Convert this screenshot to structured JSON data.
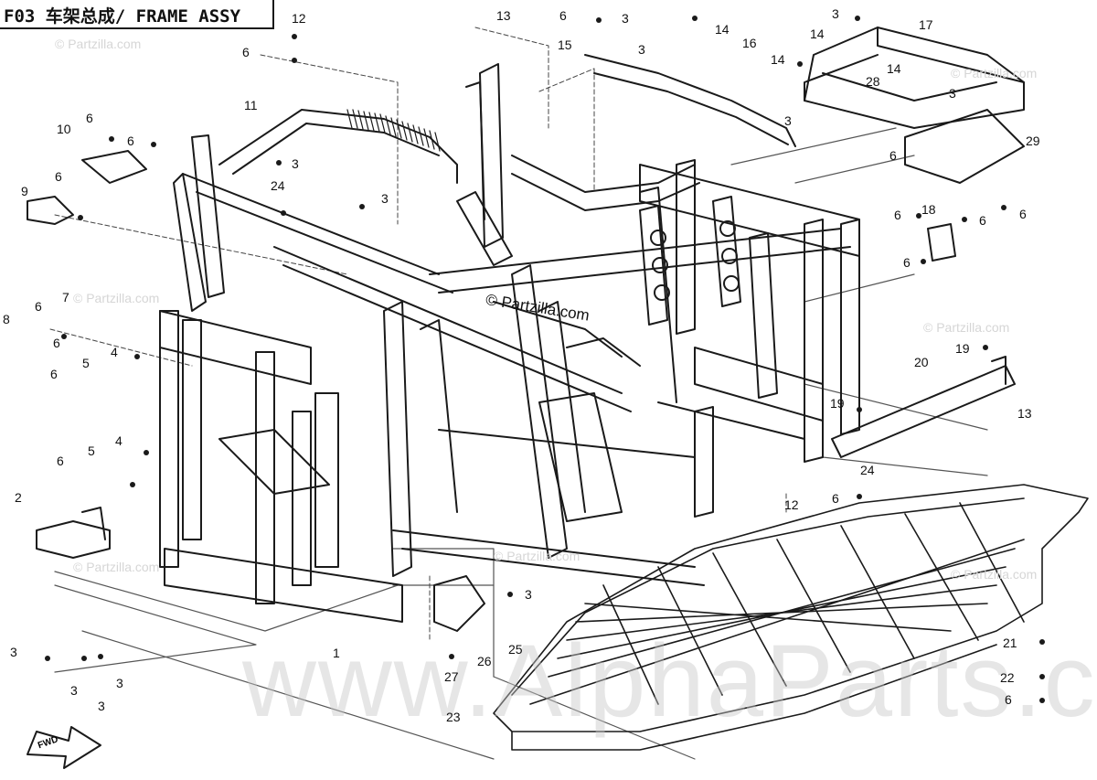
{
  "title": "F03 车架总成/ FRAME ASSY",
  "watermarks": {
    "center": "© Partzilla.com",
    "corner": "© Partzilla.com",
    "bottom": "www.AlphaParts.com"
  },
  "fwd_label": "FWD",
  "callouts": [
    {
      "id": "c1",
      "label": "12"
    },
    {
      "id": "c2",
      "label": "6"
    },
    {
      "id": "c3",
      "label": "13"
    },
    {
      "id": "c4",
      "label": "6"
    },
    {
      "id": "c5",
      "label": "3"
    },
    {
      "id": "c6",
      "label": "15"
    },
    {
      "id": "c7",
      "label": "3"
    },
    {
      "id": "c8",
      "label": "14"
    },
    {
      "id": "c9",
      "label": "16"
    },
    {
      "id": "c10",
      "label": "3"
    },
    {
      "id": "c11",
      "label": "14"
    },
    {
      "id": "c12",
      "label": "17"
    },
    {
      "id": "c13",
      "label": "14"
    },
    {
      "id": "c14",
      "label": "14"
    },
    {
      "id": "c15",
      "label": "28"
    },
    {
      "id": "c16",
      "label": "3"
    },
    {
      "id": "c17",
      "label": "11"
    },
    {
      "id": "c18",
      "label": "10"
    },
    {
      "id": "c19",
      "label": "6"
    },
    {
      "id": "c20",
      "label": "6"
    },
    {
      "id": "c21",
      "label": "3"
    },
    {
      "id": "c22",
      "label": "6"
    },
    {
      "id": "c23",
      "label": "9"
    },
    {
      "id": "c24",
      "label": "24"
    },
    {
      "id": "c25",
      "label": "3"
    },
    {
      "id": "c26",
      "label": "3"
    },
    {
      "id": "c27",
      "label": "29"
    },
    {
      "id": "c28",
      "label": "6"
    },
    {
      "id": "c29",
      "label": "6"
    },
    {
      "id": "c30",
      "label": "6"
    },
    {
      "id": "c31",
      "label": "6"
    },
    {
      "id": "c32",
      "label": "18"
    },
    {
      "id": "c33",
      "label": "6"
    },
    {
      "id": "c34",
      "label": "6"
    },
    {
      "id": "c35",
      "label": "7"
    },
    {
      "id": "c36",
      "label": "8"
    },
    {
      "id": "c37",
      "label": "6"
    },
    {
      "id": "c38",
      "label": "4"
    },
    {
      "id": "c39",
      "label": "5"
    },
    {
      "id": "c40",
      "label": "6"
    },
    {
      "id": "c41",
      "label": "19"
    },
    {
      "id": "c42",
      "label": "20"
    },
    {
      "id": "c43",
      "label": "19"
    },
    {
      "id": "c44",
      "label": "13"
    },
    {
      "id": "c45",
      "label": "4"
    },
    {
      "id": "c46",
      "label": "5"
    },
    {
      "id": "c47",
      "label": "6"
    },
    {
      "id": "c48",
      "label": "24"
    },
    {
      "id": "c49",
      "label": "12"
    },
    {
      "id": "c50",
      "label": "6"
    },
    {
      "id": "c51",
      "label": "2"
    },
    {
      "id": "c52",
      "label": "1"
    },
    {
      "id": "c53",
      "label": "3"
    },
    {
      "id": "c54",
      "label": "25"
    },
    {
      "id": "c55",
      "label": "26"
    },
    {
      "id": "c56",
      "label": "27"
    },
    {
      "id": "c57",
      "label": "21"
    },
    {
      "id": "c58",
      "label": "22"
    },
    {
      "id": "c59",
      "label": "6"
    },
    {
      "id": "c60",
      "label": "3"
    },
    {
      "id": "c61",
      "label": "3"
    },
    {
      "id": "c62",
      "label": "3"
    },
    {
      "id": "c63",
      "label": "3"
    },
    {
      "id": "c64",
      "label": "23"
    }
  ]
}
